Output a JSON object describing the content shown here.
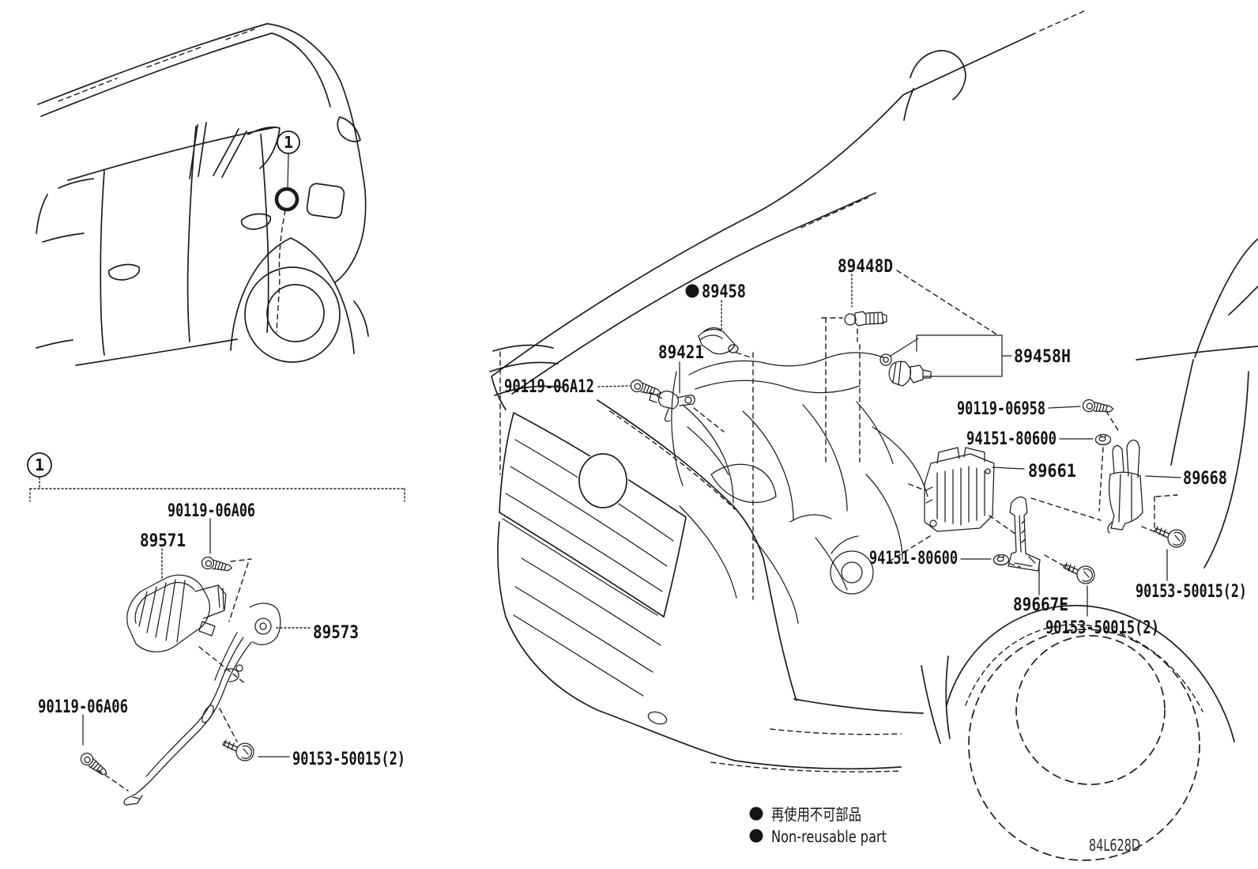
{
  "diagram": {
    "title": "Electronic fuel injection system parts diagram",
    "drawing_code": "84L628D",
    "detail_callout": "1",
    "legend": {
      "items": [
        {
          "marker": "non-reusable-dot",
          "text": "再使用不可部品"
        },
        {
          "marker": "non-reusable-dot",
          "text": "Non-reusable part"
        }
      ]
    },
    "parts": [
      {
        "label": "89448D",
        "non_reusable": false
      },
      {
        "label": "89458",
        "non_reusable": true
      },
      {
        "label": "89421",
        "non_reusable": false
      },
      {
        "label": "90119-06A12",
        "non_reusable": false
      },
      {
        "label": "89458H",
        "non_reusable": false
      },
      {
        "label": "90119-06958",
        "non_reusable": false
      },
      {
        "label": "94151-80600",
        "non_reusable": false
      },
      {
        "label": "89661",
        "non_reusable": false
      },
      {
        "label": "89668",
        "non_reusable": false
      },
      {
        "label": "94151-80600",
        "non_reusable": false
      },
      {
        "label": "89667E",
        "non_reusable": false
      },
      {
        "label": "90153-50015(2)",
        "non_reusable": false
      },
      {
        "label": "90153-50015(2)",
        "non_reusable": false
      },
      {
        "label": "90119-06A06",
        "non_reusable": false
      },
      {
        "label": "89571",
        "non_reusable": false
      },
      {
        "label": "89573",
        "non_reusable": false
      },
      {
        "label": "90119-06A06",
        "non_reusable": false
      },
      {
        "label": "90153-50015(2)",
        "non_reusable": false
      }
    ]
  }
}
